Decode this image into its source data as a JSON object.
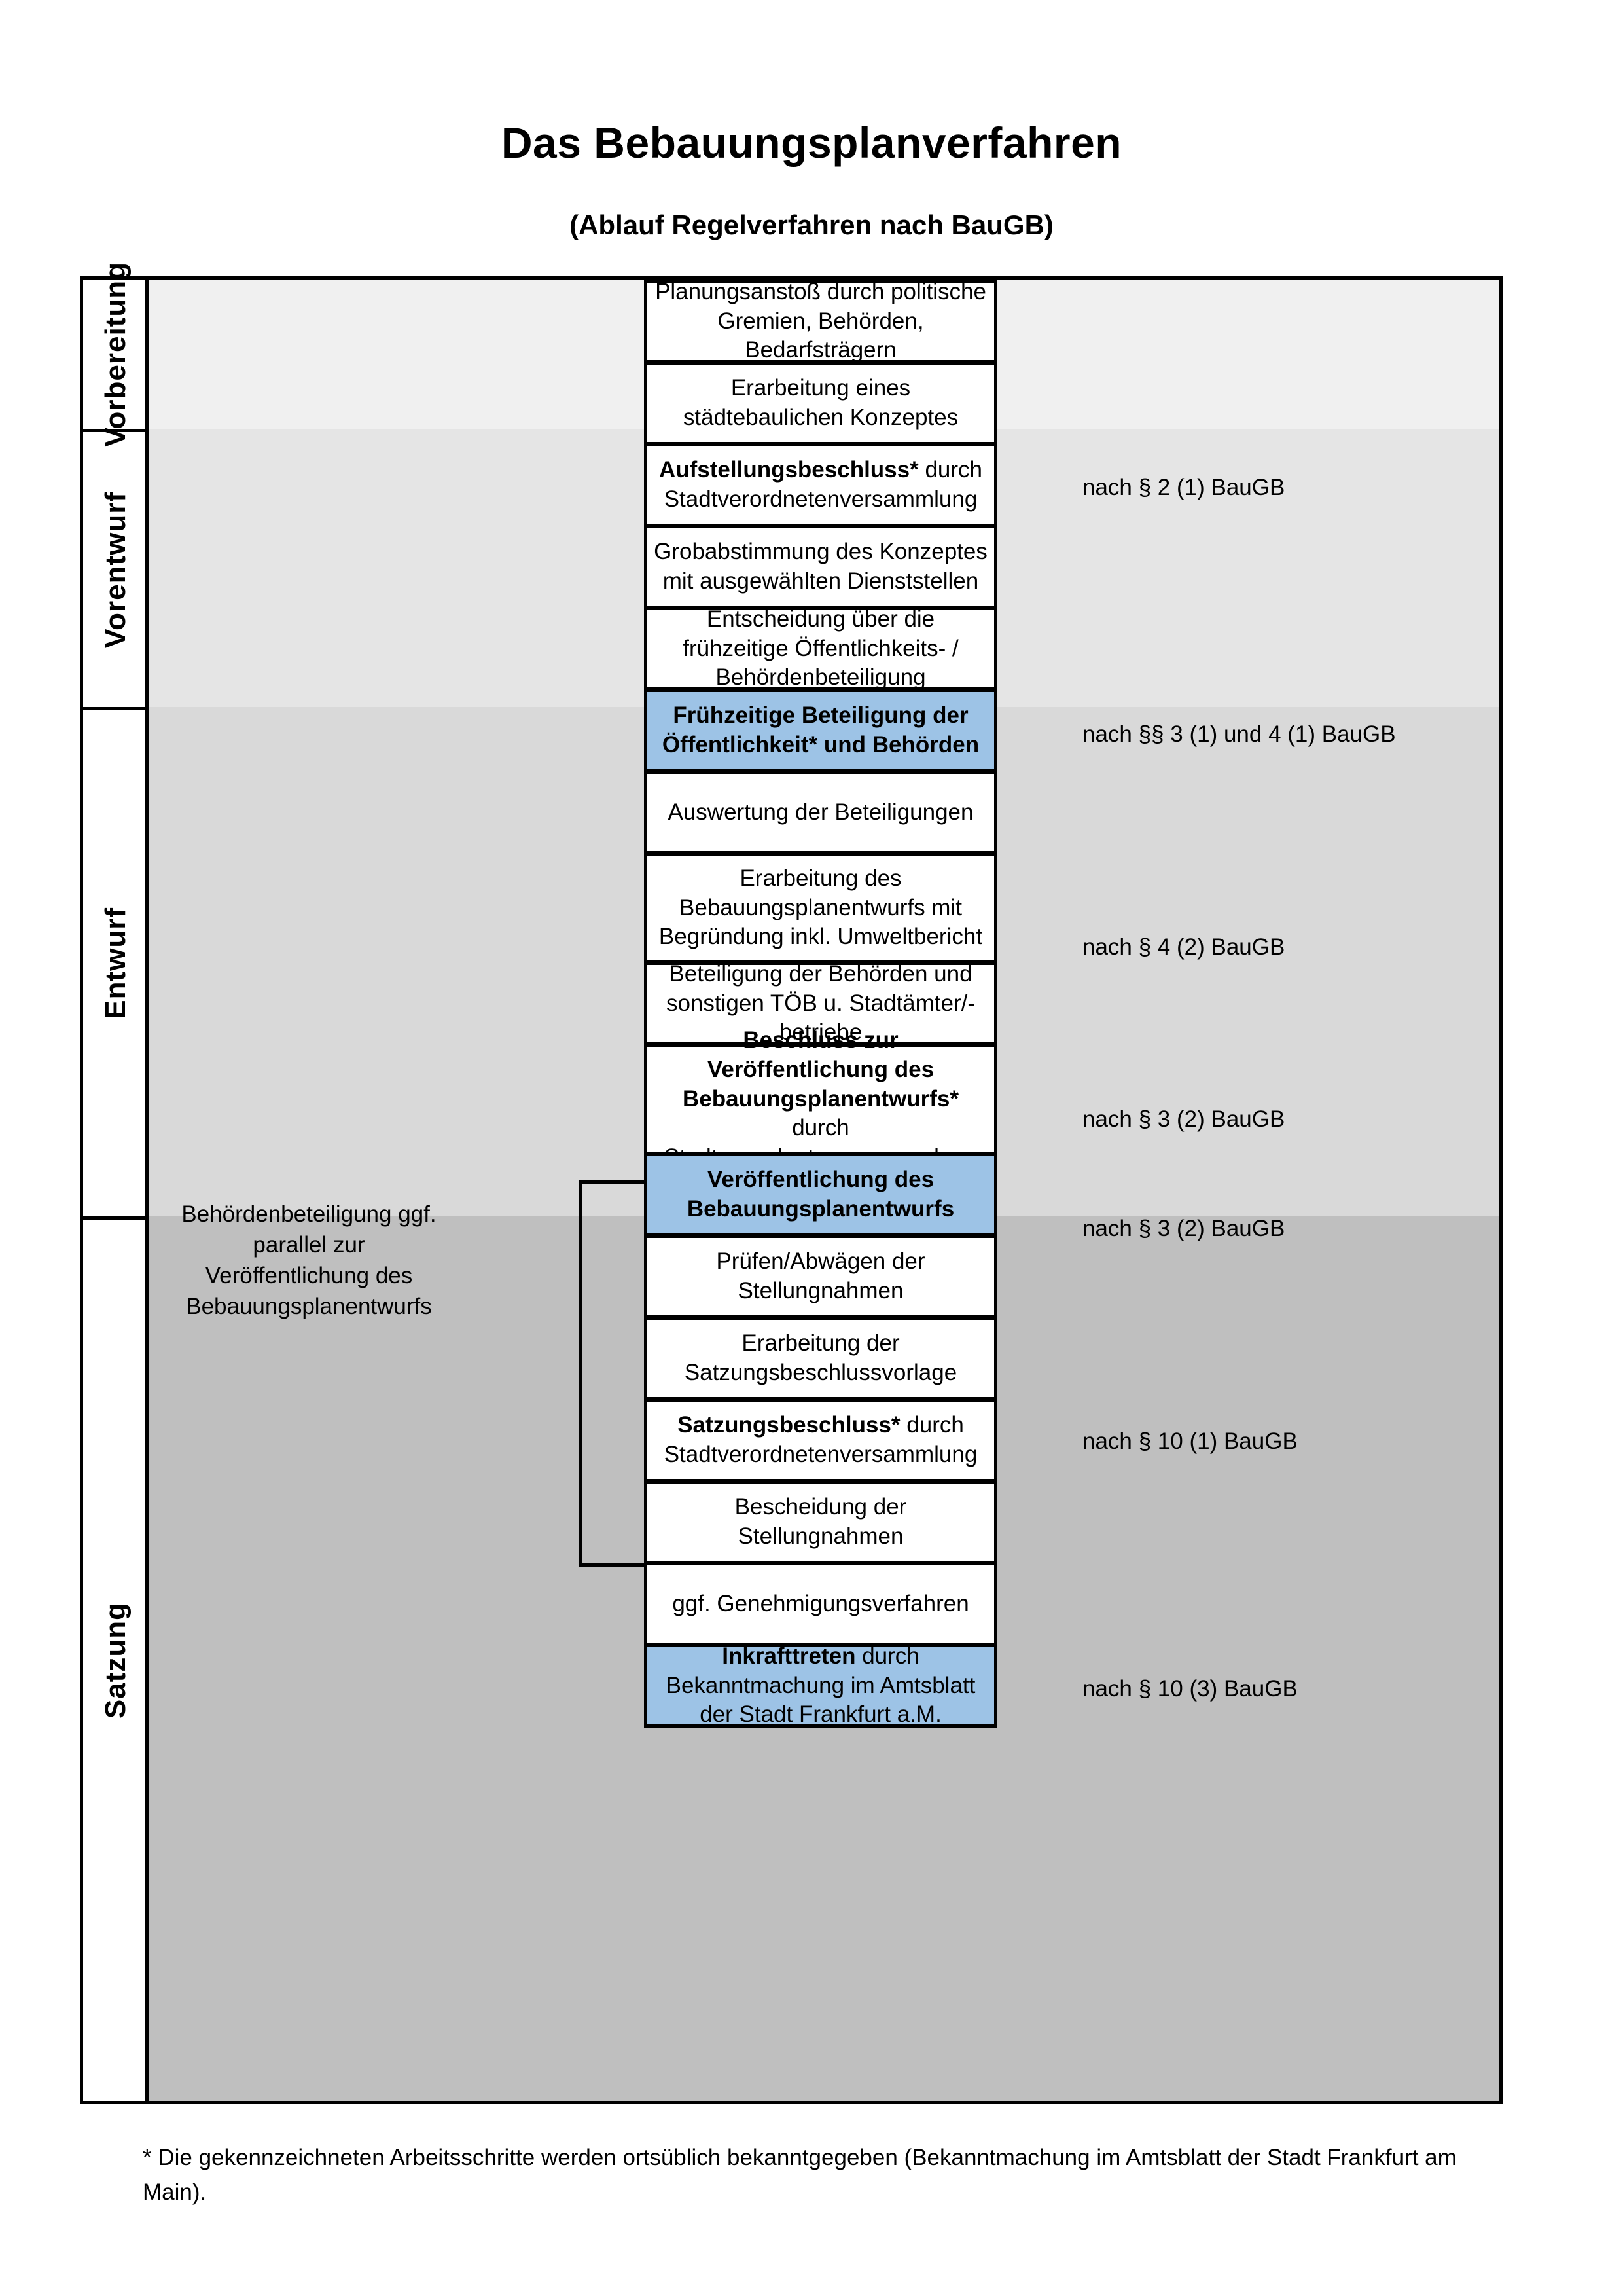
{
  "header": {
    "title": "Das Bebauungsplanverfahren",
    "subtitle": "(Ablauf Regelverfahren nach BauGB)"
  },
  "phases": [
    {
      "label": "Vorbereitung"
    },
    {
      "label": "Vorentwurf"
    },
    {
      "label": "Entwurf"
    },
    {
      "label": "Satzung"
    }
  ],
  "steps": [
    {
      "id": "planungsanstoss",
      "text": "Planungsanstoß durch politische Gremien, Behörden, Bedarfsträgern",
      "highlight": false
    },
    {
      "id": "staedtebauliches-konzept",
      "text": "Erarbeitung eines städtebaulichen Konzeptes",
      "highlight": false
    },
    {
      "id": "aufstellungsbeschluss",
      "text_bold": "Aufstellungsbeschluss*",
      "text_rest": " durch Stadtverordnetenversammlung",
      "highlight": false
    },
    {
      "id": "grobabstimmung",
      "text": "Grobabstimmung des Konzeptes mit ausgewählten Dienststellen",
      "highlight": false
    },
    {
      "id": "entscheidung-fruehzeitige",
      "text": "Entscheidung über die frühzeitige Öffentlichkeits- / Behördenbeteiligung",
      "highlight": false
    },
    {
      "id": "fruehzeitige-beteiligung",
      "text": "Frühzeitige Beteiligung der Öffentlichkeit* und Behörden",
      "highlight": true
    },
    {
      "id": "auswertung",
      "text": "Auswertung der Beteiligungen",
      "highlight": false
    },
    {
      "id": "erarbeitung-entwurf",
      "text": "Erarbeitung des Bebauungsplanentwurfs mit Begründung inkl. Umweltbericht",
      "highlight": false
    },
    {
      "id": "beteiligung-behoerden",
      "text": "Beteiligung der Behörden und sonstigen TÖB u. Stadtämter/-betriebe",
      "highlight": false
    },
    {
      "id": "beschluss-veroeffentlichung",
      "text_bold": "Beschluss zur Veröffentlichung des Bebauungsplanentwurfs*",
      "text_rest": " durch Stadtverordnetenversammlung",
      "highlight": false
    },
    {
      "id": "veroeffentlichung",
      "text": "Veröffentlichung des Bebauungsplanentwurfs",
      "highlight": true
    },
    {
      "id": "pruefen-abwaegen",
      "text": "Prüfen/Abwägen der Stellungnahmen",
      "highlight": false
    },
    {
      "id": "satzungsbeschlussvorlage",
      "text": "Erarbeitung der Satzungsbeschlussvorlage",
      "highlight": false
    },
    {
      "id": "satzungsbeschluss",
      "text_bold": "Satzungsbeschluss*",
      "text_rest": " durch Stadtverordnetenversammlung",
      "highlight": false
    },
    {
      "id": "bescheidung",
      "text": "Bescheidung der Stellungnahmen",
      "highlight": false
    },
    {
      "id": "genehmigungsverfahren",
      "text": "ggf. Genehmigungsverfahren",
      "highlight": false
    },
    {
      "id": "inkrafttreten",
      "text_bold": "Inkrafttreten",
      "text_rest": " durch Bekanntmachung im Amtsblatt der Stadt Frankfurt a.M.",
      "highlight": true
    }
  ],
  "references": [
    {
      "id": "ref-2-1",
      "text": "nach § 2 (1) BauGB"
    },
    {
      "id": "ref-3-1-4-1",
      "text": "nach §§ 3 (1) und 4 (1) BauGB"
    },
    {
      "id": "ref-4-2",
      "text": "nach § 4 (2) BauGB"
    },
    {
      "id": "ref-3-2-a",
      "text": "nach § 3 (2) BauGB"
    },
    {
      "id": "ref-3-2-b",
      "text": "nach § 3 (2) BauGB"
    },
    {
      "id": "ref-10-1",
      "text": "nach § 10 (1) BauGB"
    },
    {
      "id": "ref-10-3",
      "text": "nach § 10 (3) BauGB"
    }
  ],
  "sidenote": {
    "text": "Behördenbeteiligung ggf. parallel zur Veröffentlichung des Bebauungsplanentwurfs"
  },
  "footnote": {
    "text": "* Die gekennzeichneten Arbeitsschritte werden ortsüblich bekanntgegeben (Bekanntmachung im Amtsblatt  der Stadt Frankfurt am Main)."
  },
  "colors": {
    "highlight_box": "#9DC3E6",
    "band_1": "#F0F0F0",
    "band_2": "#E5E5E5",
    "band_3": "#D9D9D9",
    "band_4": "#BFBFBF",
    "outline": "#000000"
  }
}
